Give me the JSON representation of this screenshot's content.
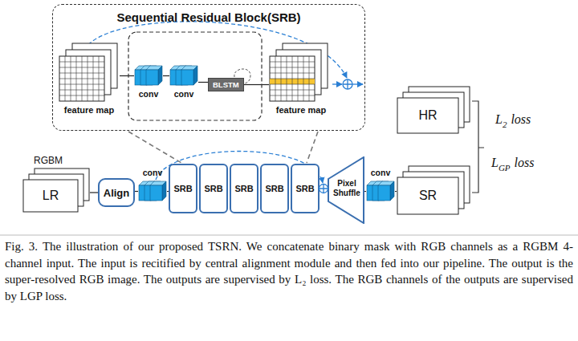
{
  "diagram": {
    "caption": "Fig. 3. The illustration of our proposed TSRN. We concatenate binary mask with RGB channels as a RGBM 4-channel input. The input is recitified by central alignment module and then fed into our pipeline. The output is the super-resolved RGB image. The outputs are supervised by L₂ loss. The RGB channels of the outputs are supervised by LGP loss.",
    "nodes": [
      {
        "text": [
          "Sequential Residual Block(SRB)"
        ]
      },
      {
        "text": [
          "feature map"
        ],
        "in": 0
      },
      {
        "text": [
          "conv"
        ],
        "in": 0
      },
      {
        "text": [
          "conv"
        ],
        "in": 0
      },
      {
        "text": [
          "BLSTM"
        ],
        "in": 0
      },
      {
        "text": [
          "feature map"
        ],
        "in": 0
      },
      {
        "text": [
          "RGBM",
          "LR"
        ]
      },
      {
        "text": [
          "Align"
        ]
      },
      {
        "text": [
          "conv"
        ]
      },
      {
        "text": [
          "SRB"
        ]
      },
      {
        "text": [
          "SRB"
        ]
      },
      {
        "text": [
          "SRB"
        ]
      },
      {
        "text": [
          "SRB"
        ]
      },
      {
        "text": [
          "SRB"
        ]
      },
      {
        "text": [
          "Pixel Shuffle"
        ]
      },
      {
        "text": [
          "conv"
        ]
      },
      {
        "text": [
          "SR"
        ]
      },
      {
        "text": [
          "HR"
        ]
      }
    ],
    "edges": [
      {
        "from": 1,
        "to": 2,
        "arrow": "none"
      },
      {
        "from": 2,
        "to": 3,
        "arrow": "none"
      },
      {
        "from": 3,
        "to": 4,
        "arrow": "none"
      },
      {
        "from": 4,
        "to": 5,
        "arrow": "none"
      },
      {
        "from": 6,
        "to": 7,
        "arrow": "none"
      },
      {
        "from": 7,
        "to": 8,
        "arrow": "none"
      },
      {
        "from": 8,
        "to": 9,
        "arrow": "none"
      },
      {
        "from": 13,
        "to": 14,
        "arrow": "none"
      },
      {
        "from": 14,
        "to": 15,
        "arrow": "none"
      },
      {
        "from": 15,
        "to": 16,
        "arrow": "none"
      }
    ],
    "labels": [
      "L",
      "2",
      "loss",
      "L",
      "GP",
      "loss"
    ]
  }
}
